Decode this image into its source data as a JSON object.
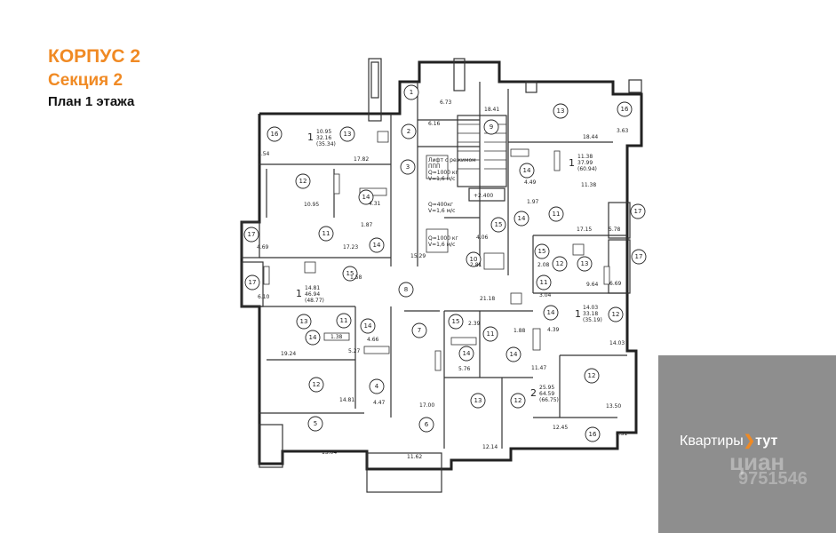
{
  "header": {
    "building": "КОРПУС 2",
    "section": "Секция 2",
    "plan": "План 1 этажа"
  },
  "plan": {
    "level_mark": "+2.400",
    "apartments": [
      {
        "rooms": "1",
        "a": "10.95",
        "b": "32.16",
        "c": "(35.34)"
      },
      {
        "rooms": "1",
        "a": "11.38",
        "b": "37.99",
        "c": "(60.94)"
      },
      {
        "rooms": "1",
        "a": "14.81",
        "b": "46.94",
        "c": "(48.77)"
      },
      {
        "rooms": "1",
        "a": "14.03",
        "b": "33.18",
        "c": "(35.19)"
      },
      {
        "rooms": "2",
        "a": "25.95",
        "b": "64.59",
        "c": "(66.75)"
      }
    ],
    "lift_notes": [
      "Лифт с режимом",
      "ППП",
      "Q=1000 кг",
      "V=1,6 м/с",
      "Q=400кг",
      "V=1,6 м/с",
      "Q=1000 кг",
      "V=1,6 м/с"
    ],
    "room_tags": [
      "1",
      "2",
      "3",
      "4",
      "5",
      "6",
      "7",
      "8",
      "9",
      "10",
      "11",
      "12",
      "13",
      "14",
      "15",
      "16",
      "17"
    ],
    "areas": [
      "6.73",
      "6.16",
      "18.41",
      "18.44",
      "3.63",
      "10.95",
      "3.54",
      "17.82",
      "4.31",
      "1.87",
      "4.69",
      "17.23",
      "6.10",
      "1.58",
      "11.38",
      "4.49",
      "1.97",
      "17.15",
      "5.78",
      "4.06",
      "2.81",
      "2.08",
      "9.64",
      "6.69",
      "15.29",
      "21.18",
      "3.04",
      "19.24",
      "1.38",
      "4.66",
      "5.27",
      "2.39",
      "1.88",
      "4.39",
      "14.03",
      "5.76",
      "11.47",
      "14.81",
      "4.47",
      "17.00",
      "13.50",
      "12.45",
      "4.31",
      "13.04",
      "11.62",
      "12.14"
    ]
  },
  "watermark": {
    "brand_left": "Квартиры",
    "brand_right": "тут",
    "ghost_word": "циан",
    "ghost_id": "9751546"
  }
}
